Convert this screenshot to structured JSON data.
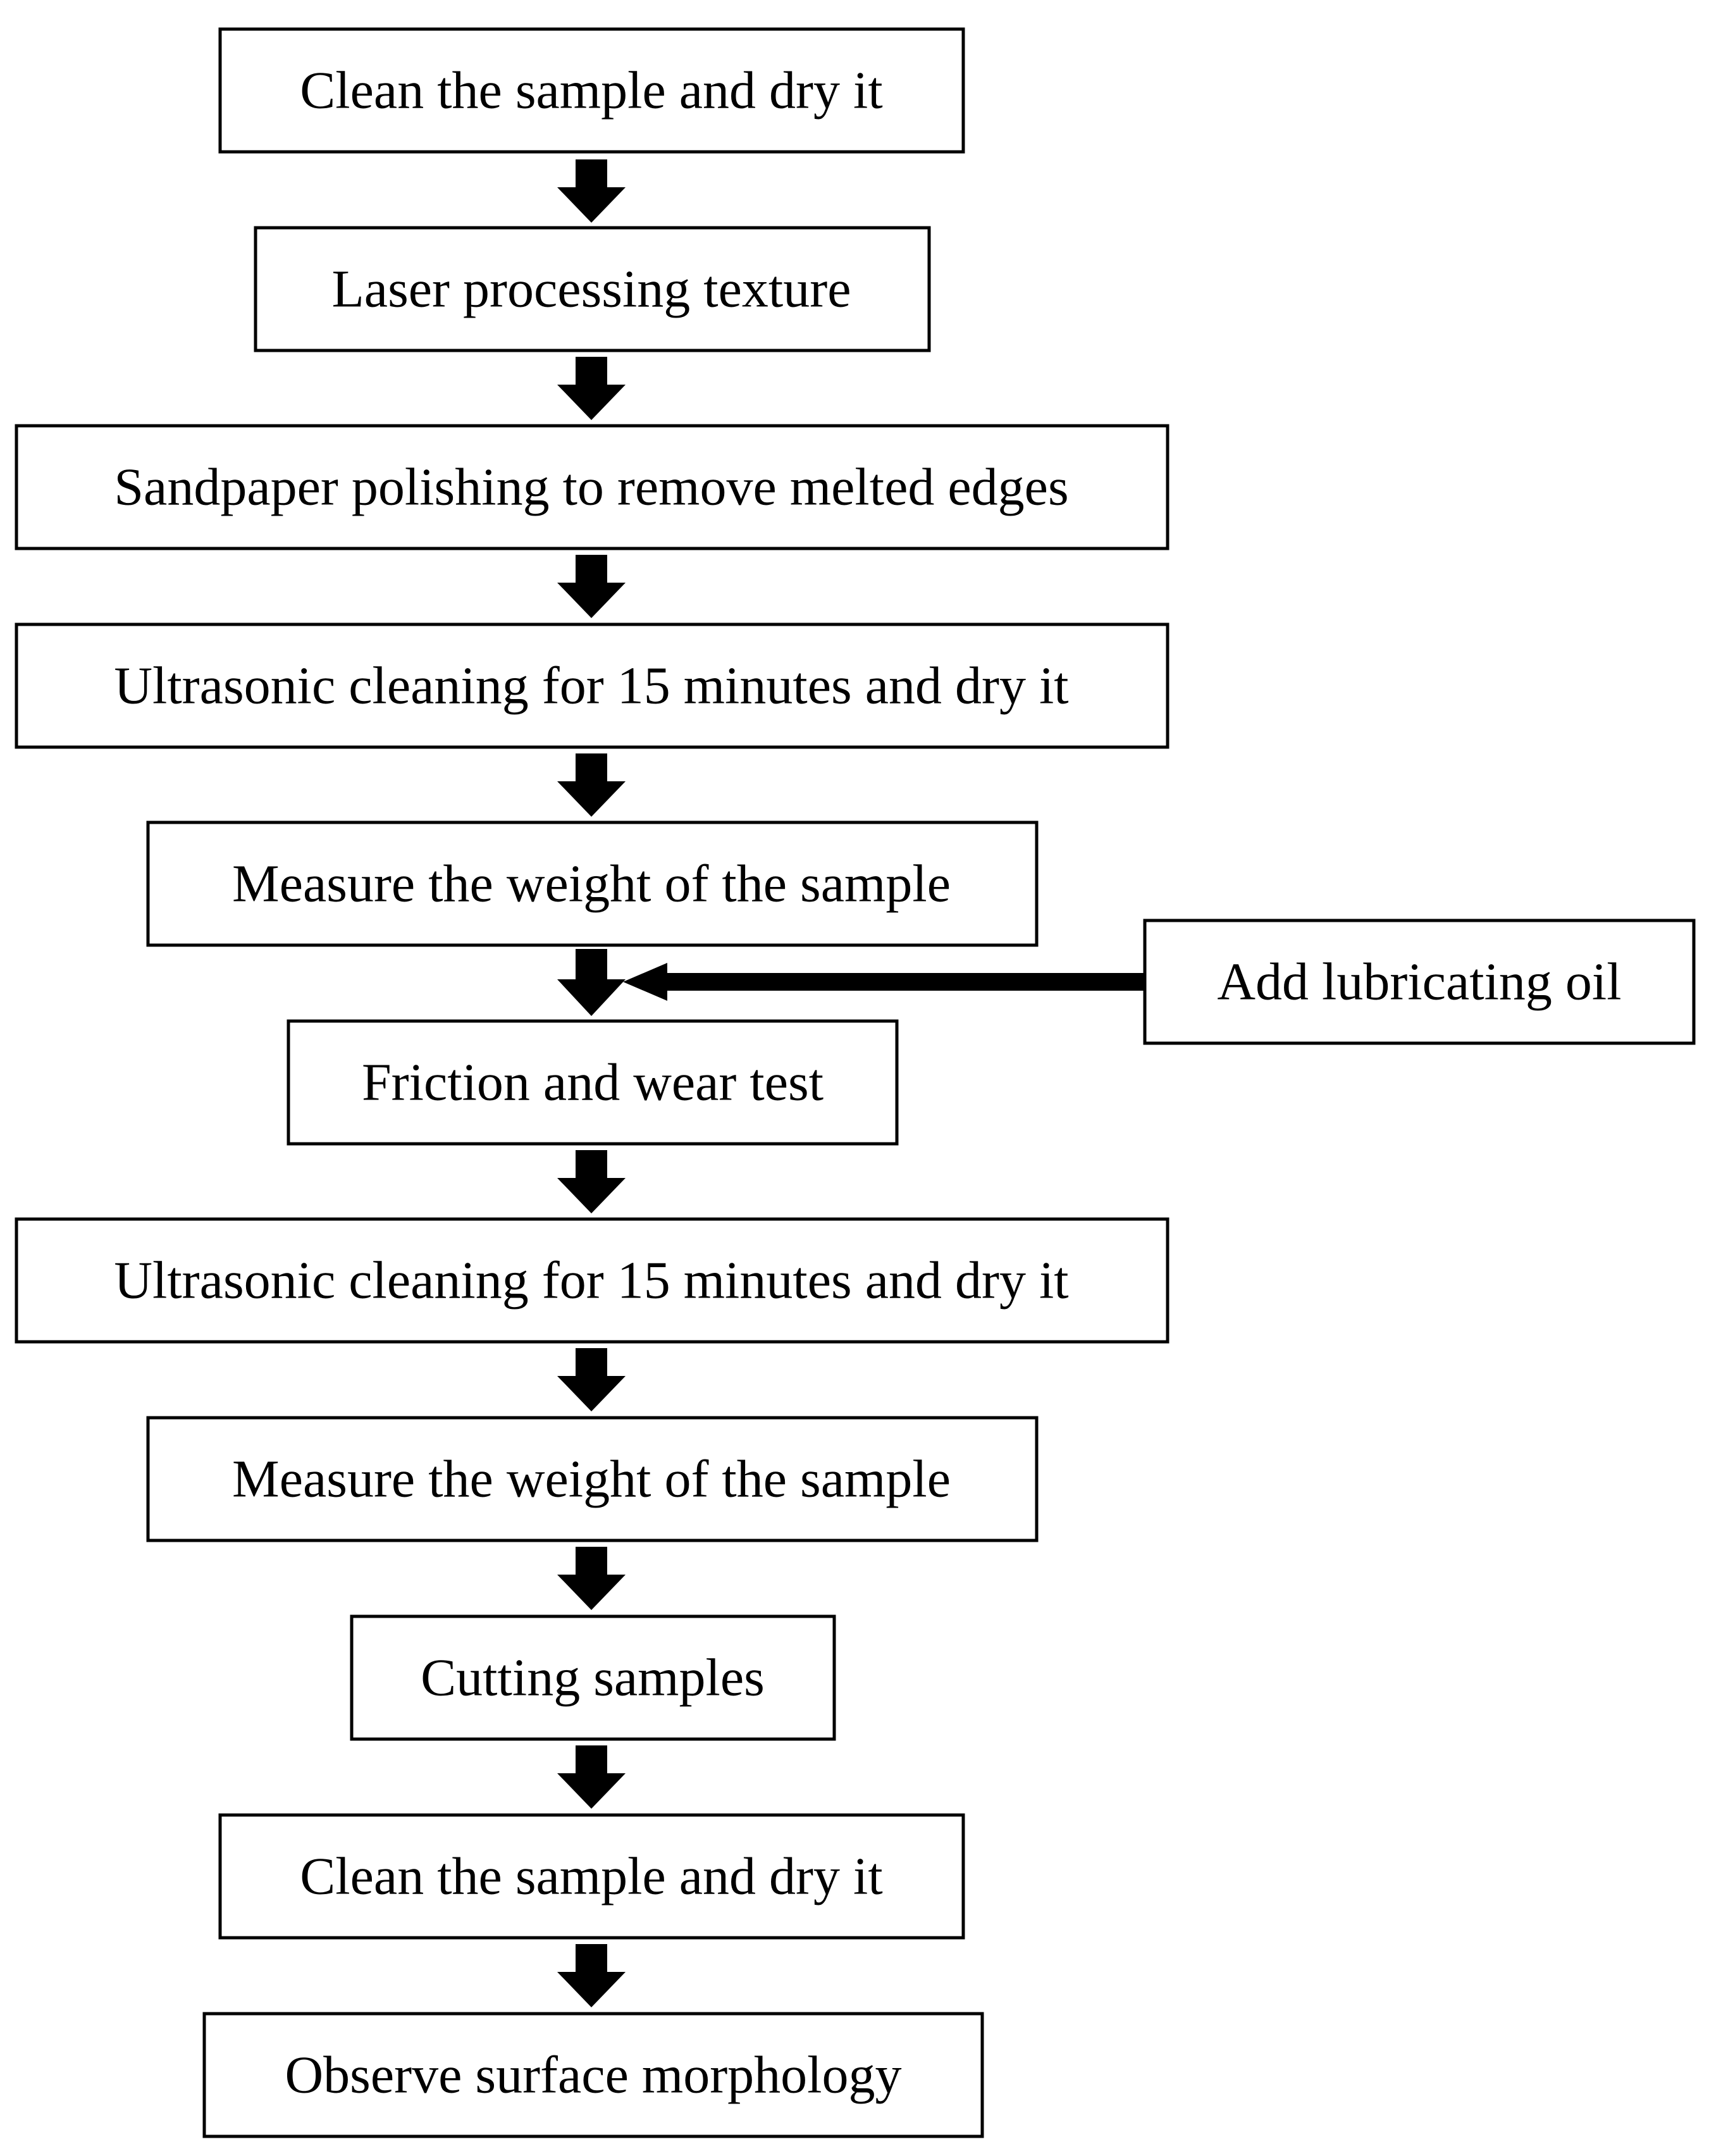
{
  "flow": {
    "steps": [
      "Clean the sample and dry it",
      "Laser processing texture",
      "Sandpaper polishing to remove melted edges",
      "Ultrasonic cleaning for 15 minutes and dry it",
      "Measure the weight of the sample",
      "Friction and wear test",
      "Ultrasonic cleaning for 15 minutes and dry it",
      "Measure the weight of the sample",
      "Cutting samples",
      "Clean the sample and dry it",
      "Observe surface morphology"
    ],
    "side_input": "Add lubricating oil"
  },
  "colors": {
    "line": "#000000",
    "background": "#ffffff"
  }
}
